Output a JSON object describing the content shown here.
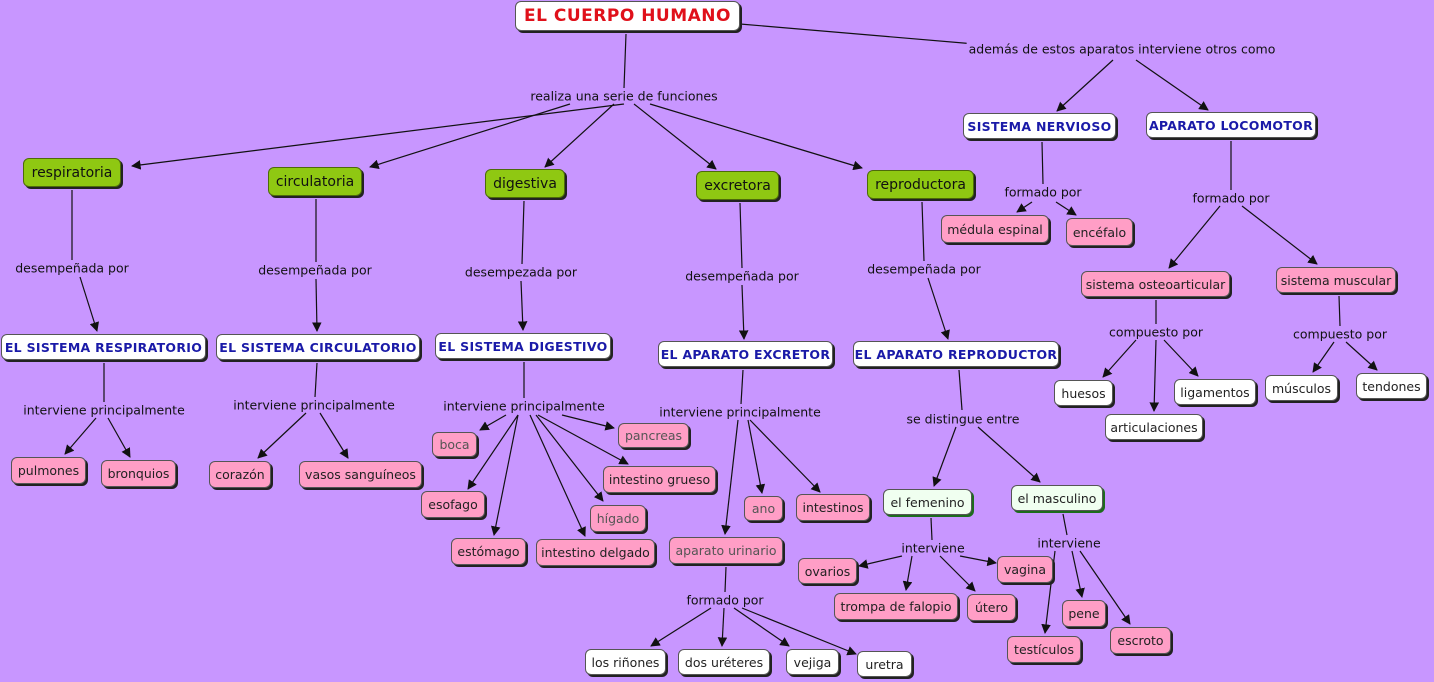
{
  "title": "EL CUERPO HUMANO",
  "links": {
    "funciones": "realiza una serie de funciones",
    "ademas": "además de estos aparatos interviene otros como",
    "desempenada": "desempeñada por",
    "desempezada": "desempezada por",
    "interviene_principalmente": "interviene principalmente",
    "formado_por": "formado por",
    "compuesto_por": "compuesto por",
    "se_distingue_entre": "se distingue entre",
    "interviene": "interviene"
  },
  "functions": {
    "respiratoria": "respiratoria",
    "circulatoria": "circulatoria",
    "digestiva": "digestiva",
    "excretora": "excretora",
    "reproductora": "reproductora"
  },
  "systems": {
    "respiratorio": "EL SISTEMA RESPIRATORIO",
    "circulatorio": "EL SISTEMA CIRCULATORIO",
    "digestivo": "EL SISTEMA DIGESTIVO",
    "excretor": "EL APARATO EXCRETOR",
    "reproductor": "EL APARATO REPRODUCTOR",
    "nervioso": "SISTEMA NERVIOSO",
    "locomotor": "APARATO LOCOMOTOR"
  },
  "organs": {
    "pulmones": "pulmones",
    "bronquios": "bronquios",
    "corazon": "corazón",
    "vasos": "vasos sanguíneos",
    "boca": "boca",
    "pancreas": "pancreas",
    "esofago": "esofago",
    "intestino_grueso": "intestino grueso",
    "higado": "hígado",
    "estomago": "estómago",
    "intestino_delgado": "intestino delgado",
    "ano": "ano",
    "intestinos": "intestinos",
    "aparato_urinario": "aparato urinario",
    "rinones": "los riñones",
    "ureteres": "dos uréteres",
    "vejiga": "vejiga",
    "uretra": "uretra",
    "femenino": "el femenino",
    "masculino": "el masculino",
    "ovarios": "ovarios",
    "trompa": "trompa de falopio",
    "utero": "útero",
    "vagina": "vagina",
    "testiculos": "testículos",
    "pene": "pene",
    "escroto": "escroto",
    "medula": "médula espinal",
    "encefalo": "encéfalo",
    "osteoarticular": "sistema osteoarticular",
    "muscular": "sistema muscular",
    "huesos": "huesos",
    "articulaciones": "articulaciones",
    "ligamentos": "ligamentos",
    "musculos": "músculos",
    "tendones": "tendones"
  }
}
